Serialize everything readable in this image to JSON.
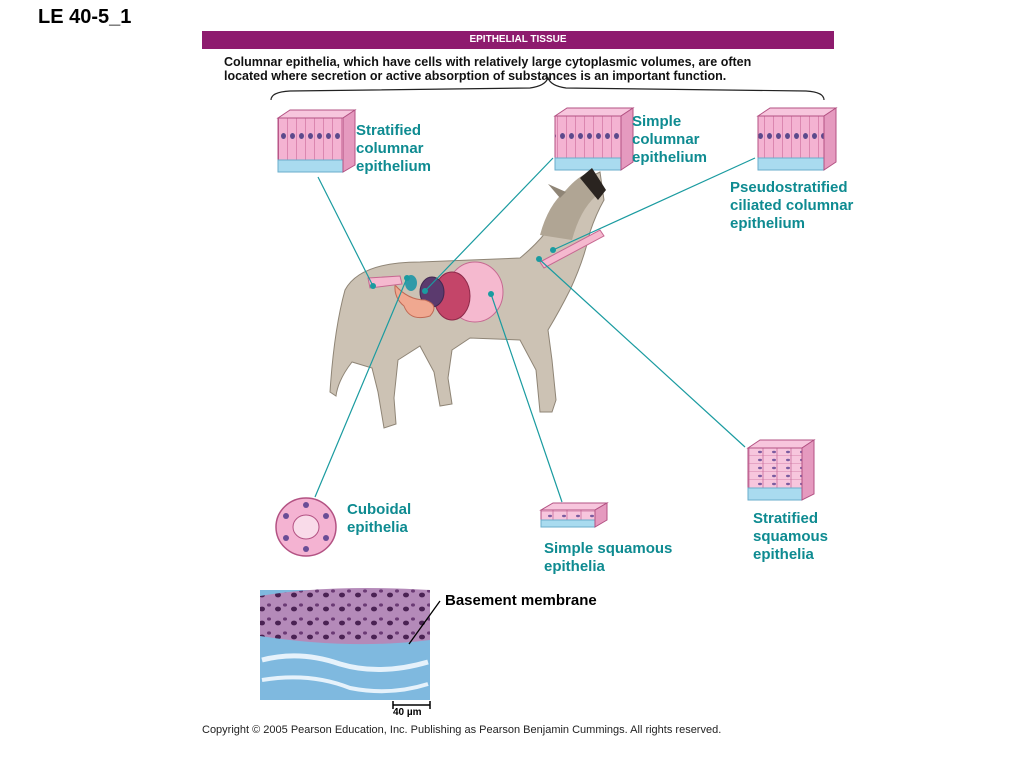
{
  "slide": {
    "title": "LE 40-5_1"
  },
  "banner": {
    "text": "EPITHELIAL TISSUE"
  },
  "intro": {
    "line1": "Columnar epithelia, which have cells with relatively large cytoplasmic volumes, are often",
    "line2": "located where secretion or active absorption of substances is an important function."
  },
  "labels": {
    "stratified_columnar": [
      "Stratified",
      "columnar",
      "epithelium"
    ],
    "simple_columnar": [
      "Simple",
      "columnar",
      "epithelium"
    ],
    "pseudostratified": [
      "Pseudostratified",
      "ciliated columnar",
      "epithelium"
    ],
    "cuboidal": [
      "Cuboidal",
      "epithelia"
    ],
    "simple_squamous": [
      "Simple squamous",
      "epithelia"
    ],
    "stratified_squamous": [
      "Stratified",
      "squamous",
      "epithelia"
    ],
    "basement_membrane": "Basement membrane"
  },
  "micrograph": {
    "scale_bar": "40 µm"
  },
  "footer": {
    "copyright": "Copyright ©  2005 Pearson Education, Inc. Publishing as Pearson Benjamin Cummings. All rights reserved."
  },
  "colors": {
    "banner": "#8e1b6e",
    "label": "#0e8b91",
    "cell": "#f2a9cc",
    "membrane": "#9fd6e8"
  }
}
